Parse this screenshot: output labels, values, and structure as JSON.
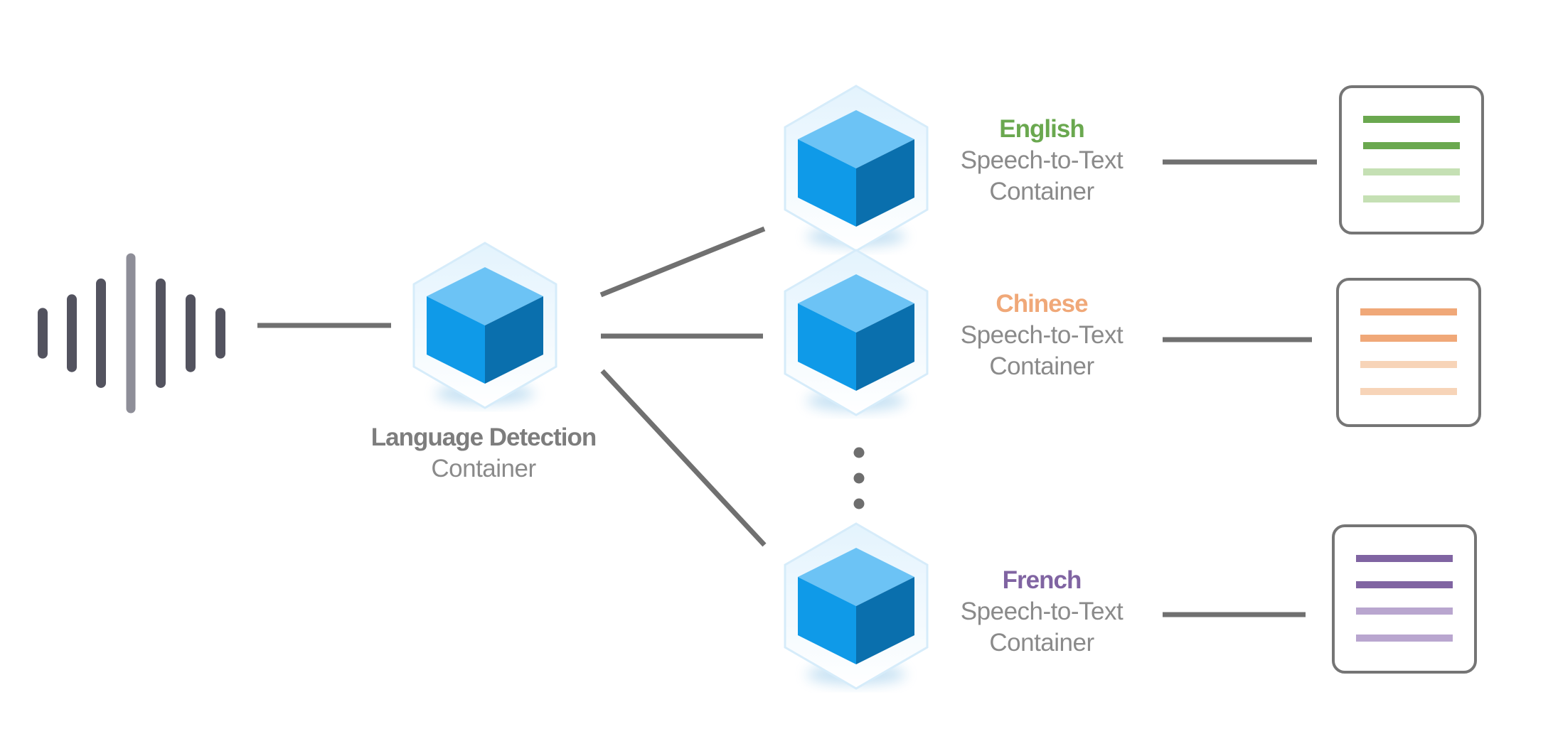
{
  "colors": {
    "connector": "#707070",
    "cube_top": "#6cc3f5",
    "cube_left": "#0f9ae8",
    "cube_right": "#0a6fad",
    "halo": "#d6ecfa",
    "doc_border": "#757575",
    "wave": "#53535f",
    "wave_center": "#8e8e98",
    "english": "#6aa84f",
    "english_light": "#c5e0b4",
    "chinese": "#f0a878",
    "chinese_light": "#f7d4b8",
    "french": "#8064a2",
    "french_light": "#b9a6cf"
  },
  "icons": {
    "audio": "sound-wave-icon",
    "container": "container-cube-icon",
    "document": "transcript-document-icon",
    "more": "vertical-ellipsis-icon"
  },
  "audio": {
    "bar_levels": [
      0.27,
      0.45,
      0.66,
      1.0,
      0.66,
      0.45,
      0.27
    ]
  },
  "detection": {
    "title": "Language Detection",
    "subtitle": "Container"
  },
  "languages": [
    {
      "id": "english",
      "name": "English",
      "line1": "Speech-to-Text",
      "line2": "Container"
    },
    {
      "id": "chinese",
      "name": "Chinese",
      "line1": "Speech-to-Text",
      "line2": "Container"
    },
    {
      "id": "french",
      "name": "French",
      "line1": "Speech-to-Text",
      "line2": "Container"
    }
  ]
}
